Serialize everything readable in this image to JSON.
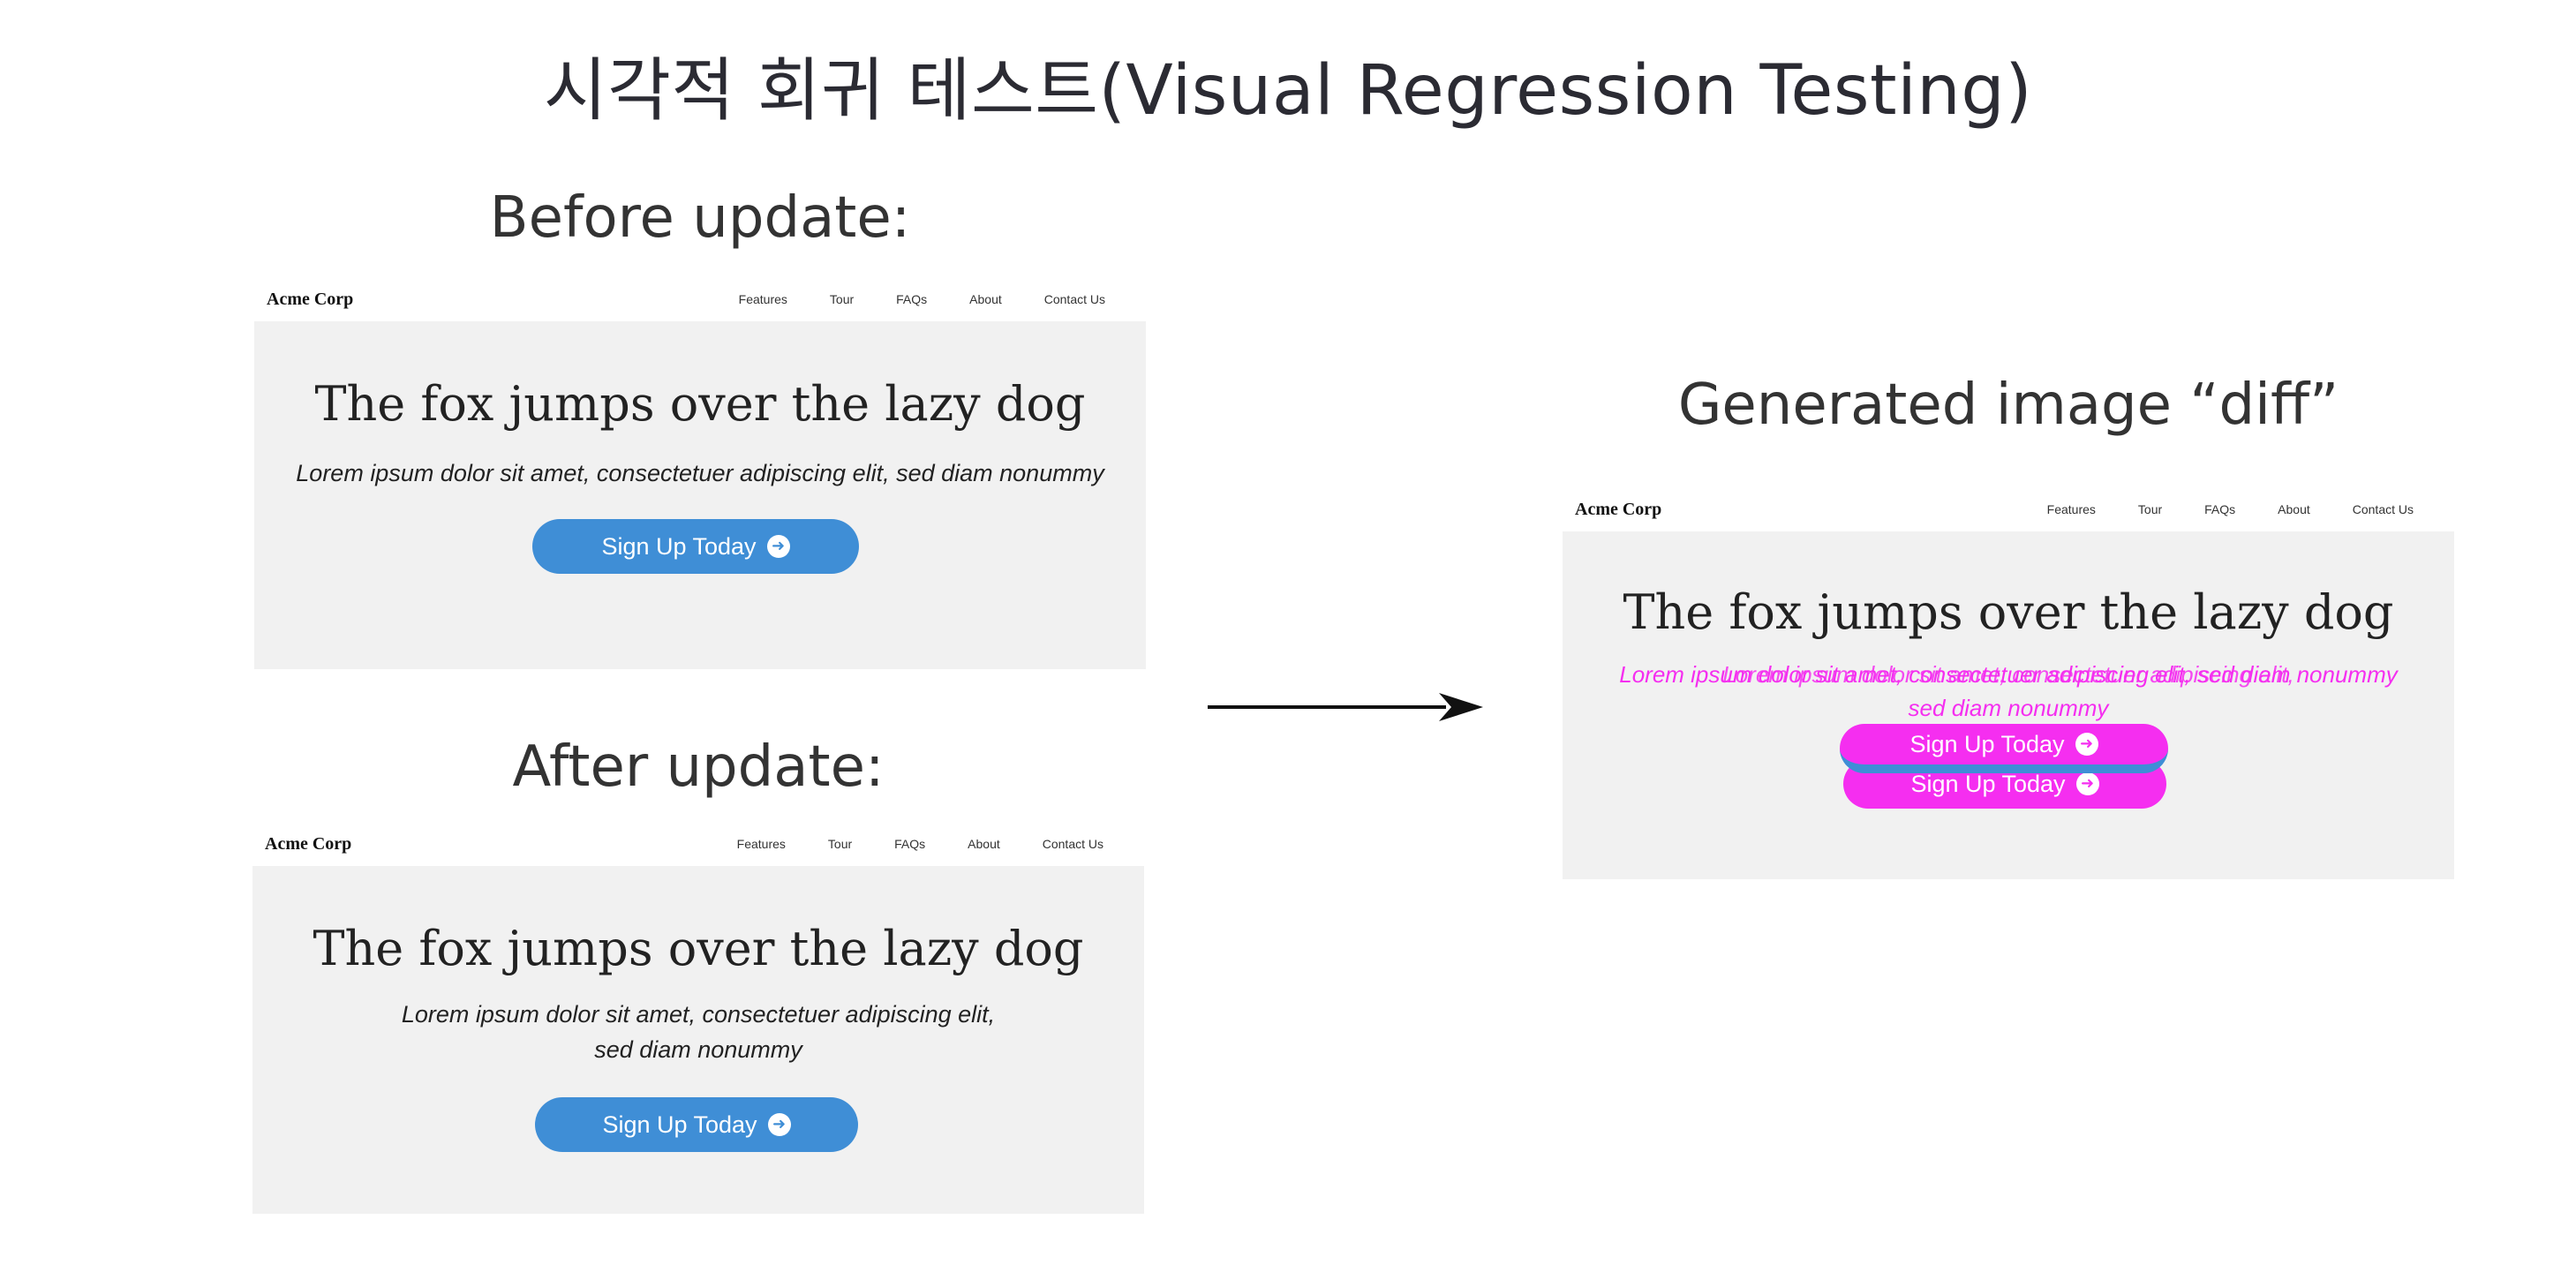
{
  "title": "시각적 회귀 테스트(Visual Regression Testing)",
  "before": {
    "caption": "Before update:",
    "brand": "Acme Corp",
    "nav": [
      "Features",
      "Tour",
      "FAQs",
      "About",
      "Contact Us"
    ],
    "headline": "The fox jumps over the lazy dog",
    "sub_line1": "Lorem ipsum dolor sit amet, consectetuer adipiscing elit, sed diam nonummy",
    "cta": "Sign Up Today"
  },
  "after": {
    "caption": "After update:",
    "brand": "Acme Corp",
    "nav": [
      "Features",
      "Tour",
      "FAQs",
      "About",
      "Contact Us"
    ],
    "headline": "The fox jumps over the lazy dog",
    "sub_line1": "Lorem ipsum dolor sit amet, consectetuer adipiscing elit,",
    "sub_line2": "sed diam nonummy",
    "cta": "Sign Up Today"
  },
  "diff": {
    "caption": "Generated image “diff”",
    "brand": "Acme Corp",
    "nav": [
      "Features",
      "Tour",
      "FAQs",
      "About",
      "Contact Us"
    ],
    "headline": "The fox jumps over the lazy dog",
    "sub_before": "Lorem ipsum dolor sit amet, consectetuer adipiscing elit, sed diam nonummy",
    "sub_after": "Lorem ipsum dolor sit amet, consectetuer adipiscing elit,",
    "sub_line2": "sed diam nonummy",
    "cta": "Sign Up Today",
    "highlight_color": "#f52ef0"
  },
  "colors": {
    "button": "#3f8ed6",
    "hero_bg": "#f1f1f1"
  }
}
